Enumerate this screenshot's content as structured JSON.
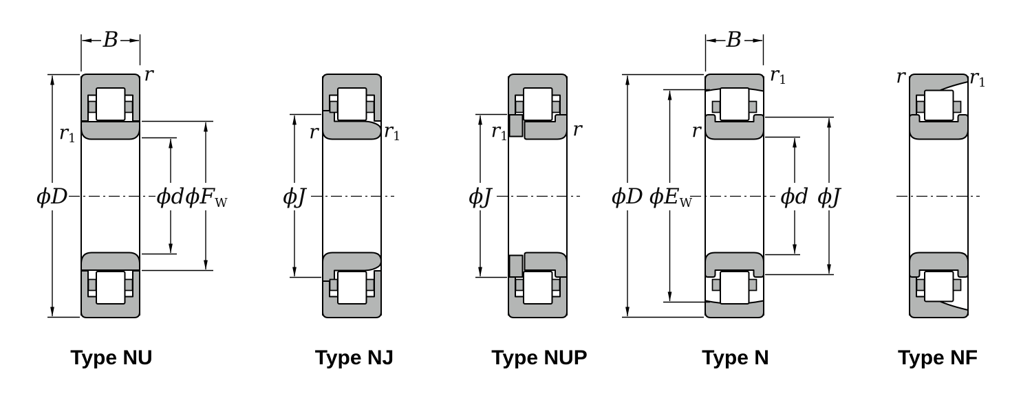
{
  "figure": {
    "background": "#ffffff",
    "line_color": "#000000",
    "ring_fill": "#b4b6b5",
    "diagrams": [
      {
        "type_label": "Type NU",
        "labels": {
          "width": "B",
          "r_outer": "r",
          "r_inner": {
            "main": "r",
            "sub": "1"
          },
          "D": "ϕD",
          "d": "ϕd",
          "Fw": {
            "main": "ϕF",
            "sub": "W"
          }
        }
      },
      {
        "type_label": "Type NJ",
        "labels": {
          "r_left": "r",
          "r_right": {
            "main": "r",
            "sub": "1"
          },
          "J": "ϕJ"
        }
      },
      {
        "type_label": "Type NUP",
        "labels": {
          "r_left": {
            "main": "r",
            "sub": "1"
          },
          "r_right": "r",
          "J": "ϕJ"
        }
      },
      {
        "type_label": "Type N",
        "labels": {
          "width": "B",
          "r_top_right": {
            "main": "r",
            "sub": "1"
          },
          "r_left": "r",
          "D": "ϕD",
          "Ew": {
            "main": "ϕE",
            "sub": "W"
          },
          "d": "ϕd",
          "J": "ϕJ"
        }
      },
      {
        "type_label": "Type NF",
        "labels": {
          "r_left": "r",
          "r_right": {
            "main": "r",
            "sub": "1"
          }
        }
      }
    ]
  }
}
